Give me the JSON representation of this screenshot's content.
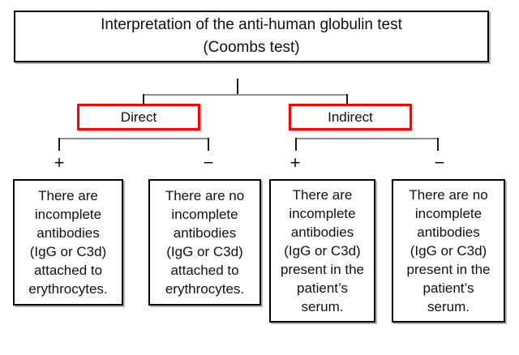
{
  "diagram": {
    "title": "Interpretation of the anti-human globulin test\n(Coombs test)",
    "colors": {
      "branch_border": "#ff0000",
      "box_border": "#000000",
      "connector_vertical": "#1a1a1a",
      "connector_horizontal": "#8f8f8f"
    },
    "branches": [
      {
        "label": "Direct",
        "outcomes": [
          {
            "sign": "+",
            "text": "There are\nincomplete\nantibodies\n(IgG or C3d)\nattached to\nerythrocytes."
          },
          {
            "sign": "−",
            "text": "There are no\nincomplete\nantibodies\n(IgG or C3d)\nattached to\nerythrocytes."
          }
        ]
      },
      {
        "label": "Indirect",
        "outcomes": [
          {
            "sign": "+",
            "text": "There are\nincomplete\nantibodies\n(IgG or C3d)\npresent in the\npatient’s\nserum."
          },
          {
            "sign": "−",
            "text": "There are no\nincomplete\nantibodies\n(IgG or C3d)\npresent in the\npatient’s\nserum."
          }
        ]
      }
    ]
  }
}
